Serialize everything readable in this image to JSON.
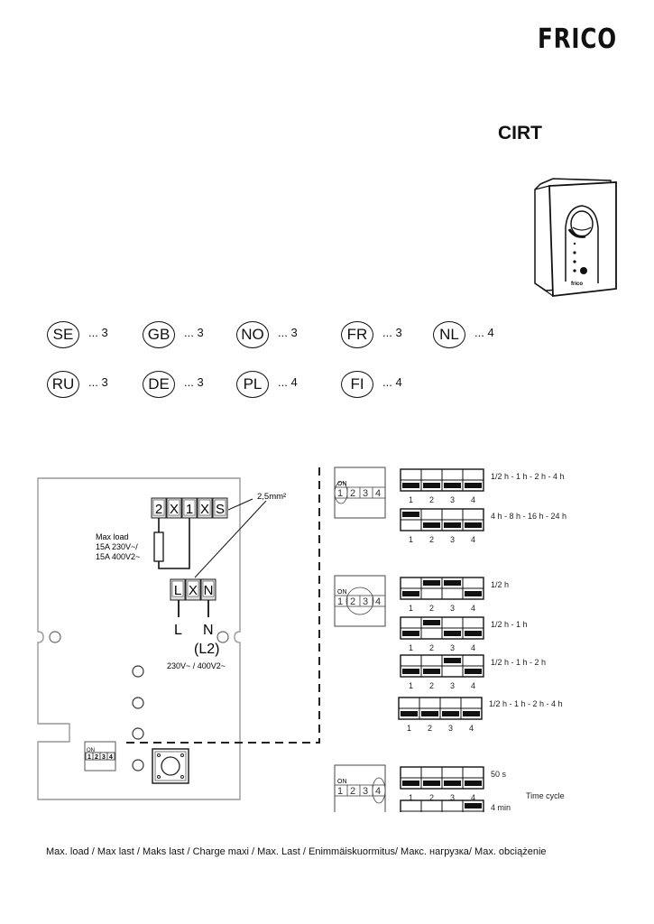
{
  "brand": {
    "logo_text": "FRICO"
  },
  "product": {
    "model": "CIRT"
  },
  "languages": [
    {
      "code": "SE",
      "page": "... 3"
    },
    {
      "code": "GB",
      "page": "... 3"
    },
    {
      "code": "NO",
      "page": "... 3"
    },
    {
      "code": "FR",
      "page": "... 3"
    },
    {
      "code": "NL",
      "page": "... 4"
    },
    {
      "code": "RU",
      "page": "... 3"
    },
    {
      "code": "DE",
      "page": "... 3"
    },
    {
      "code": "PL",
      "page": "... 4"
    },
    {
      "code": "FI",
      "page": "... 4"
    }
  ],
  "wiring": {
    "terminal_top": [
      "2",
      "X",
      "1",
      "X",
      "S"
    ],
    "terminal_bottom": [
      "L",
      "X",
      "N"
    ],
    "wire_size": "2,5mm²",
    "max_load": [
      "Max load",
      "15A 230V~/",
      "15A 400V2~"
    ],
    "supply_L": "L",
    "supply_N": "N",
    "supply_L2": "(L2)",
    "supply_voltage": "230V~ / 400V2~",
    "pcb_dip_on": "ON",
    "pcb_dip_numbers": [
      "1",
      "2",
      "3",
      "4"
    ]
  },
  "dip_settings": {
    "on_label": "ON",
    "numbers": [
      "1",
      "2",
      "3",
      "4"
    ],
    "groups": [
      {
        "highlight": "switch-1",
        "rows": [
          {
            "label": "1/2 h - 1 h - 2 h - 4 h",
            "up": [
              false,
              false,
              false,
              false
            ]
          },
          {
            "label": "4 h - 8 h - 16 h - 24 h",
            "up": [
              true,
              false,
              false,
              false
            ]
          }
        ]
      },
      {
        "highlight": "switch-2-3",
        "rows": [
          {
            "label": "1/2 h",
            "up": [
              false,
              true,
              true,
              false
            ]
          },
          {
            "label": "1/2 h - 1 h",
            "up": [
              false,
              true,
              false,
              false
            ]
          },
          {
            "label": "1/2 h - 1 h - 2 h",
            "up": [
              false,
              false,
              true,
              false
            ]
          },
          {
            "label": "1/2 h - 1 h - 2 h - 4 h",
            "up": [
              false,
              false,
              false,
              false
            ]
          }
        ]
      },
      {
        "highlight": "switch-4",
        "caption": "Time cycle",
        "rows": [
          {
            "label": "50 s",
            "up": [
              false,
              false,
              false,
              false
            ]
          },
          {
            "label": "4 min",
            "up": [
              false,
              false,
              false,
              true
            ]
          }
        ]
      }
    ]
  },
  "footer": {
    "note": "Max. load / Max last / Maks last / Charge maxi / Max. Last / Enimmäiskuormitus/ Макс. нагрузка/ Max. obciążenie"
  }
}
